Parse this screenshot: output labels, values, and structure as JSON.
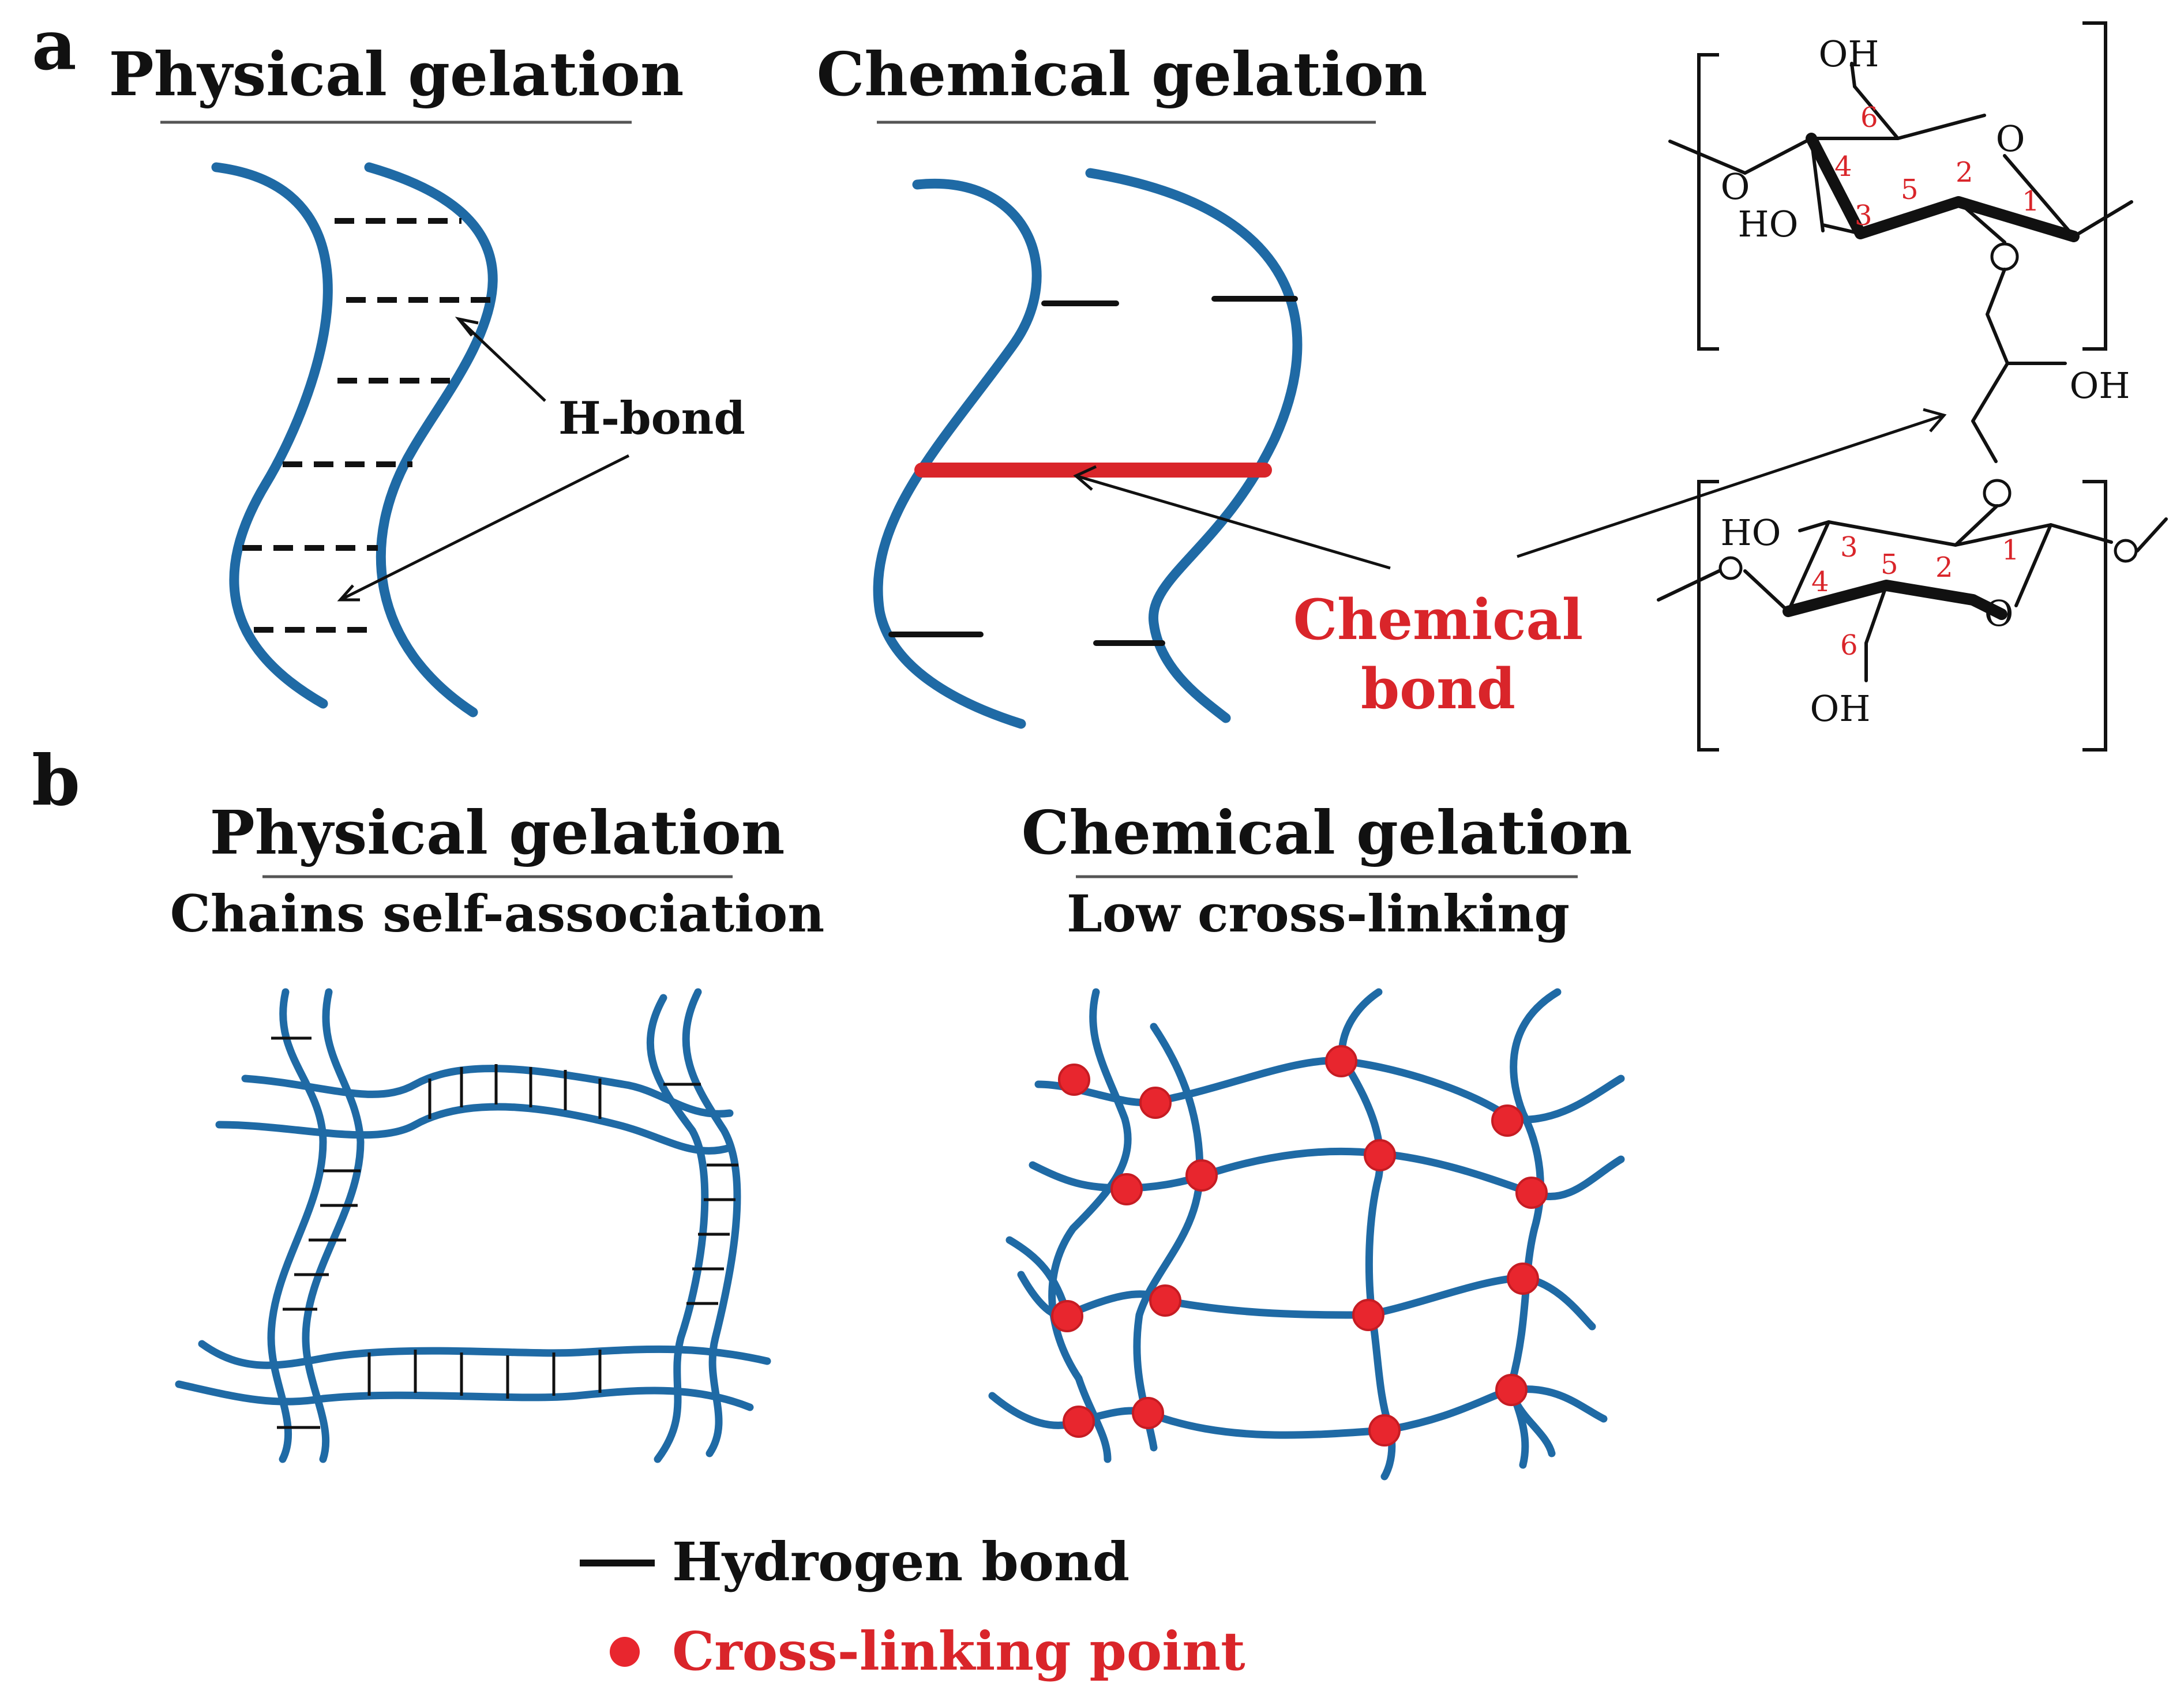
{
  "panel_a": {
    "label": "a",
    "physical_title": "Physical gelation",
    "chemical_title": "Chemical gelation",
    "hbond_label": "H-bond",
    "chemical_bond_line1": "Chemical",
    "chemical_bond_line2": "bond",
    "structure": {
      "oh_top": "OH",
      "o_ring_top": "O",
      "o_link_top": "O",
      "ho_top": "HO",
      "oh_linker": "OH",
      "ho_bottom": "HO",
      "o_ring_bottom": "O",
      "oh_bottom": "OH",
      "numbers_top": [
        "6",
        "4",
        "5",
        "2",
        "1",
        "3"
      ],
      "numbers_bottom": [
        "3",
        "5",
        "2",
        "1",
        "4",
        "6"
      ]
    }
  },
  "panel_b": {
    "label": "b",
    "physical_title": "Physical gelation",
    "physical_subtitle": "Chains self-association",
    "chemical_title": "Chemical gelation",
    "chemical_subtitle": "Low cross-linking"
  },
  "legend": {
    "hydrogen_bond": "Hydrogen bond",
    "crosslink_point": "Cross-linking point"
  },
  "colors": {
    "chain": "#1f6aa5",
    "chemical_bond": "#d9252a",
    "crosslink": "#e8262e",
    "text": "#111111"
  }
}
